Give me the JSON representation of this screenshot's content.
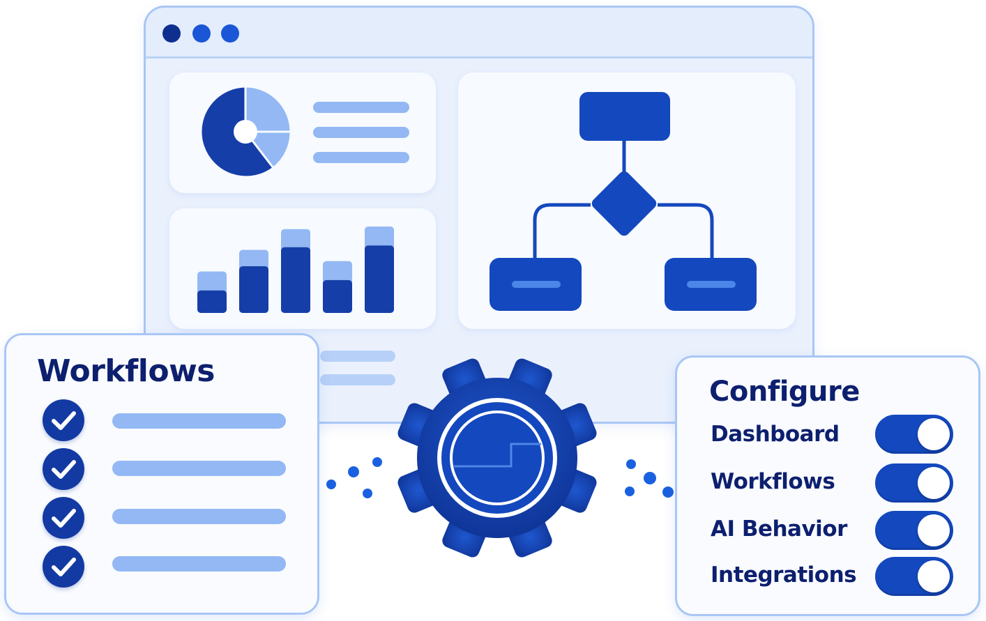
{
  "colors": {
    "primary": "#1448be",
    "dark": "#0f2f8f",
    "light": "#93b8f3",
    "panel_border": "#a9c6f5",
    "text": "#0d1f6e"
  },
  "window": {
    "controls": [
      "dark-dot",
      "blue-dot",
      "blue-dot"
    ]
  },
  "bar_chart": {
    "values": [
      0.48,
      0.73,
      0.97,
      0.6,
      1.0
    ],
    "highlight": [
      0.26,
      0.54,
      0.76,
      0.38,
      0.78
    ]
  },
  "workflows_panel": {
    "title": "Workflows",
    "items": [
      {
        "checked": true
      },
      {
        "checked": true
      },
      {
        "checked": true
      },
      {
        "checked": true
      }
    ]
  },
  "configure_panel": {
    "title": "Configure",
    "options": [
      {
        "label": "Dashboard",
        "enabled": true
      },
      {
        "label": "Workflows",
        "enabled": true
      },
      {
        "label": "AI Behavior",
        "enabled": true
      },
      {
        "label": "Integrations",
        "enabled": true
      }
    ]
  },
  "icons": {
    "gear": "gear-icon",
    "pie": "pie-chart-icon",
    "flow": "flowchart-icon",
    "check": "checkmark-icon"
  }
}
